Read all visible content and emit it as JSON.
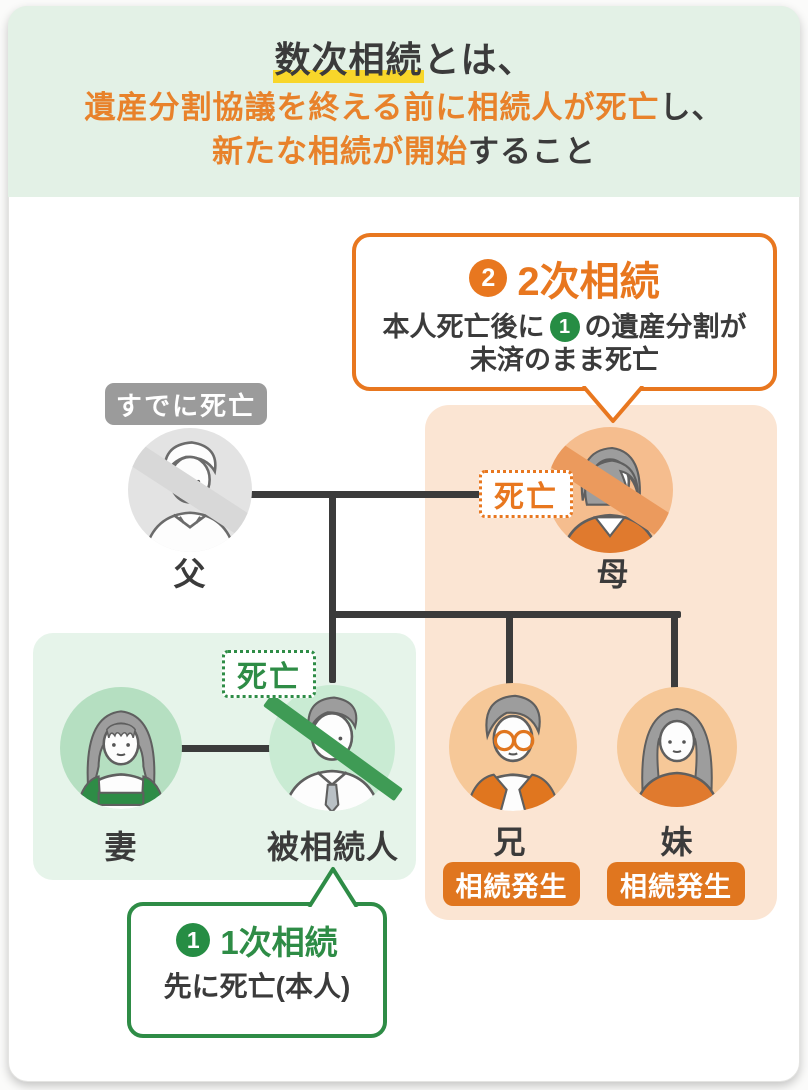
{
  "header": {
    "line1_highlight": "数次相続",
    "line1_rest": "とは、",
    "line2_orange": "遺産分割協議を終える前に相続人が死亡",
    "line2_rest": "し、",
    "line3_orange": "新たな相続が開始",
    "line3_rest": "すること"
  },
  "secondary_callout": {
    "number": "2",
    "title": "2次相続",
    "body1_pre": "本人死亡後に",
    "body1_ref_number": "1",
    "body1_post": "の遺産分割が",
    "body2": "未済のまま死亡"
  },
  "primary_callout": {
    "number": "1",
    "title": "1次相続",
    "body": "先に死亡(本人)"
  },
  "badges": {
    "already_deceased": "すでに死亡",
    "death": "死亡",
    "inheritance_occurred": "相続発生"
  },
  "people": {
    "father": "父",
    "mother": "母",
    "wife": "妻",
    "decedent": "被相続人",
    "brother": "兄",
    "sister": "妹"
  },
  "icons": {
    "father_avatar": "man-gray-deceased",
    "mother_avatar": "woman-bob-orange-deceased",
    "wife_avatar": "woman-long-hair-green",
    "decedent_avatar": "man-shirt-tie-deceased",
    "brother_avatar": "man-glasses-orange",
    "sister_avatar": "woman-long-hair-orange"
  },
  "colors": {
    "accent_orange": "#e8771f",
    "text_orange": "#e8822b",
    "accent_green": "#2e8c46",
    "dark_text": "#3b3b3b",
    "highlight_yellow": "#f8d62a",
    "header_bg": "#e3f1e6",
    "panel_orange": "#fbe5d3",
    "panel_green": "#e6f4ea",
    "badge_gray": "#9b9b9b",
    "badge_orange": "#e0761f"
  }
}
